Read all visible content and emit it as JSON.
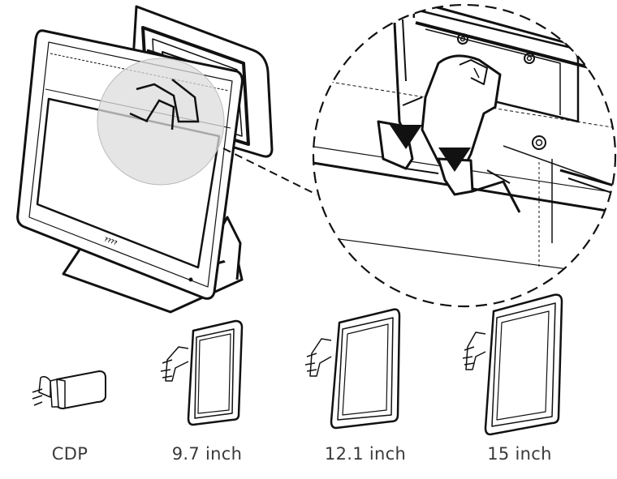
{
  "main_pos": {
    "brand": "????"
  },
  "options": [
    {
      "id": "cdp",
      "label": "CDP"
    },
    {
      "id": "9-7",
      "label": "9.7 inch"
    },
    {
      "id": "12-1",
      "label": "12.1 inch"
    },
    {
      "id": "15",
      "label": "15 inch"
    }
  ],
  "colors": {
    "line": "#111111",
    "highlight": "#dcdcdc",
    "caption": "#3a3a3a"
  }
}
